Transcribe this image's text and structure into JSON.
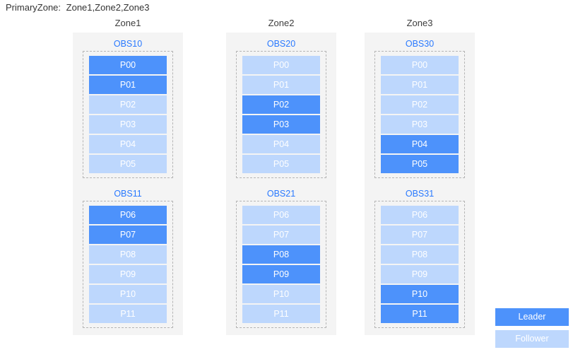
{
  "header": {
    "primary_zone_label": "PrimaryZone:",
    "primary_zone_value": "Zone1,Zone2,Zone3"
  },
  "legend": {
    "items": [
      {
        "label": "Leader",
        "role": "leader",
        "color": "#4d92fb"
      },
      {
        "label": "Follower",
        "role": "follower",
        "color": "#bdd7fd"
      }
    ]
  },
  "colors": {
    "leader": "#4d92fb",
    "follower": "#bdd7fd",
    "panel_background": "#f4f4f4",
    "obs_title": "#2979ff",
    "dashed_border": "#b5b5b5"
  },
  "zones": [
    {
      "title": "Zone1",
      "groups": [
        {
          "title": "OBS10",
          "partitions": [
            {
              "label": "P00",
              "role": "leader"
            },
            {
              "label": "P01",
              "role": "leader"
            },
            {
              "label": "P02",
              "role": "follower"
            },
            {
              "label": "P03",
              "role": "follower"
            },
            {
              "label": "P04",
              "role": "follower"
            },
            {
              "label": "P05",
              "role": "follower"
            }
          ]
        },
        {
          "title": "OBS11",
          "partitions": [
            {
              "label": "P06",
              "role": "leader"
            },
            {
              "label": "P07",
              "role": "leader"
            },
            {
              "label": "P08",
              "role": "follower"
            },
            {
              "label": "P09",
              "role": "follower"
            },
            {
              "label": "P10",
              "role": "follower"
            },
            {
              "label": "P11",
              "role": "follower"
            }
          ]
        }
      ]
    },
    {
      "title": "Zone2",
      "groups": [
        {
          "title": "OBS20",
          "partitions": [
            {
              "label": "P00",
              "role": "follower"
            },
            {
              "label": "P01",
              "role": "follower"
            },
            {
              "label": "P02",
              "role": "leader"
            },
            {
              "label": "P03",
              "role": "leader"
            },
            {
              "label": "P04",
              "role": "follower"
            },
            {
              "label": "P05",
              "role": "follower"
            }
          ]
        },
        {
          "title": "OBS21",
          "partitions": [
            {
              "label": "P06",
              "role": "follower"
            },
            {
              "label": "P07",
              "role": "follower"
            },
            {
              "label": "P08",
              "role": "leader"
            },
            {
              "label": "P09",
              "role": "leader"
            },
            {
              "label": "P10",
              "role": "follower"
            },
            {
              "label": "P11",
              "role": "follower"
            }
          ]
        }
      ]
    },
    {
      "title": "Zone3",
      "groups": [
        {
          "title": "OBS30",
          "partitions": [
            {
              "label": "P00",
              "role": "follower"
            },
            {
              "label": "P01",
              "role": "follower"
            },
            {
              "label": "P02",
              "role": "follower"
            },
            {
              "label": "P03",
              "role": "follower"
            },
            {
              "label": "P04",
              "role": "leader"
            },
            {
              "label": "P05",
              "role": "leader"
            }
          ]
        },
        {
          "title": "OBS31",
          "partitions": [
            {
              "label": "P06",
              "role": "follower"
            },
            {
              "label": "P07",
              "role": "follower"
            },
            {
              "label": "P08",
              "role": "follower"
            },
            {
              "label": "P09",
              "role": "follower"
            },
            {
              "label": "P10",
              "role": "leader"
            },
            {
              "label": "P11",
              "role": "leader"
            }
          ]
        }
      ]
    }
  ]
}
